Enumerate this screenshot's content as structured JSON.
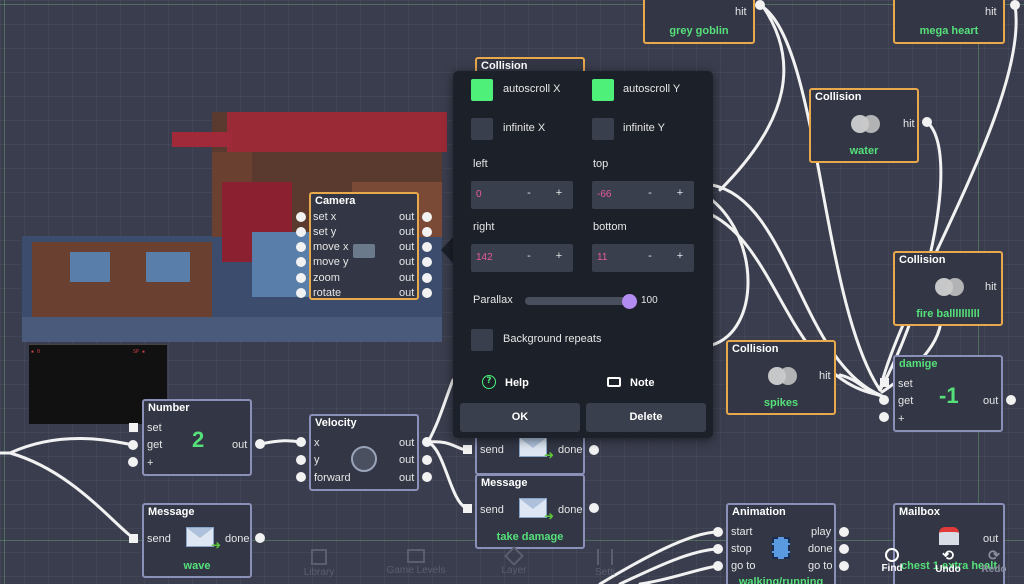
{
  "popup": {
    "title": "Collision",
    "autoscroll_x_label": "autoscroll X",
    "autoscroll_y_label": "autoscroll Y",
    "infinite_x_label": "infinite X",
    "infinite_y_label": "infinite Y",
    "autoscroll_x": true,
    "autoscroll_y": true,
    "infinite_x": false,
    "infinite_y": false,
    "left_label": "left",
    "left_value": "0",
    "top_label": "top",
    "top_value": "-66",
    "right_label": "right",
    "right_value": "142",
    "bottom_label": "bottom",
    "bottom_value": "11",
    "minus": "-",
    "plus": "+",
    "parallax_label": "Parallax",
    "parallax_value": "100",
    "parallax_level": 1.0,
    "bg_repeats_label": "Background repeats",
    "bg_repeats": false,
    "help_label": "Help",
    "help_icon": "?",
    "note_label": "Note",
    "ok_label": "OK",
    "delete_label": "Delete"
  },
  "nodes": {
    "grey_goblin": {
      "port": "hit",
      "foot": "grey goblin"
    },
    "mega_heart": {
      "port": "hit",
      "foot": "mega heart"
    },
    "water": {
      "title": "Collision",
      "port": "hit",
      "foot": "water"
    },
    "fireball": {
      "title": "Collision",
      "port": "hit",
      "foot": "fire ballllllllll"
    },
    "spikes": {
      "title": "Collision",
      "port": "hit",
      "foot": "spikes"
    },
    "camera": {
      "title": "Camera",
      "inputs": [
        "set x",
        "set y",
        "move x",
        "move y",
        "zoom",
        "rotate"
      ],
      "outputs": [
        "out",
        "out",
        "out",
        "out",
        "out",
        "out"
      ]
    },
    "number": {
      "title": "Number",
      "set": "set",
      "get": "get",
      "plus": "+",
      "value": "2",
      "out": "out"
    },
    "velocity": {
      "title": "Velocity",
      "x": "x",
      "y": "y",
      "forward": "forward",
      "out": "out"
    },
    "damige": {
      "title": "damige",
      "set": "set",
      "get": "get",
      "plus": "+",
      "value": "-1",
      "out": "out"
    },
    "message_wave": {
      "title": "Message",
      "send": "send",
      "done": "done",
      "foot": "wave"
    },
    "message_top": {
      "send": "send",
      "done": "done"
    },
    "message_damage": {
      "title": "Message",
      "send": "send",
      "done": "done",
      "foot": "take damage"
    },
    "animation": {
      "title": "Animation",
      "start": "start",
      "stop": "stop",
      "goto": "go to",
      "play": "play",
      "done": "done",
      "goto_out": "go to",
      "foot": "walking/running"
    },
    "mailbox": {
      "title": "Mailbox",
      "out": "out",
      "foot": "chest 1 extra healt"
    }
  },
  "bottom_bar": {
    "library": "Library",
    "game_levels": "Game Levels",
    "layer": "Layer",
    "settings": "Setti",
    "find": "Find",
    "undo": "Undo",
    "redo": "Redo"
  },
  "colors": {
    "accent_green": "#55e07a",
    "checkbox_on": "#4ef07a",
    "node_border_orange": "#e8a84c",
    "node_border_default": "#8a90b8",
    "value_pink": "#e85aa0",
    "slider_knob": "#b28cf0"
  }
}
